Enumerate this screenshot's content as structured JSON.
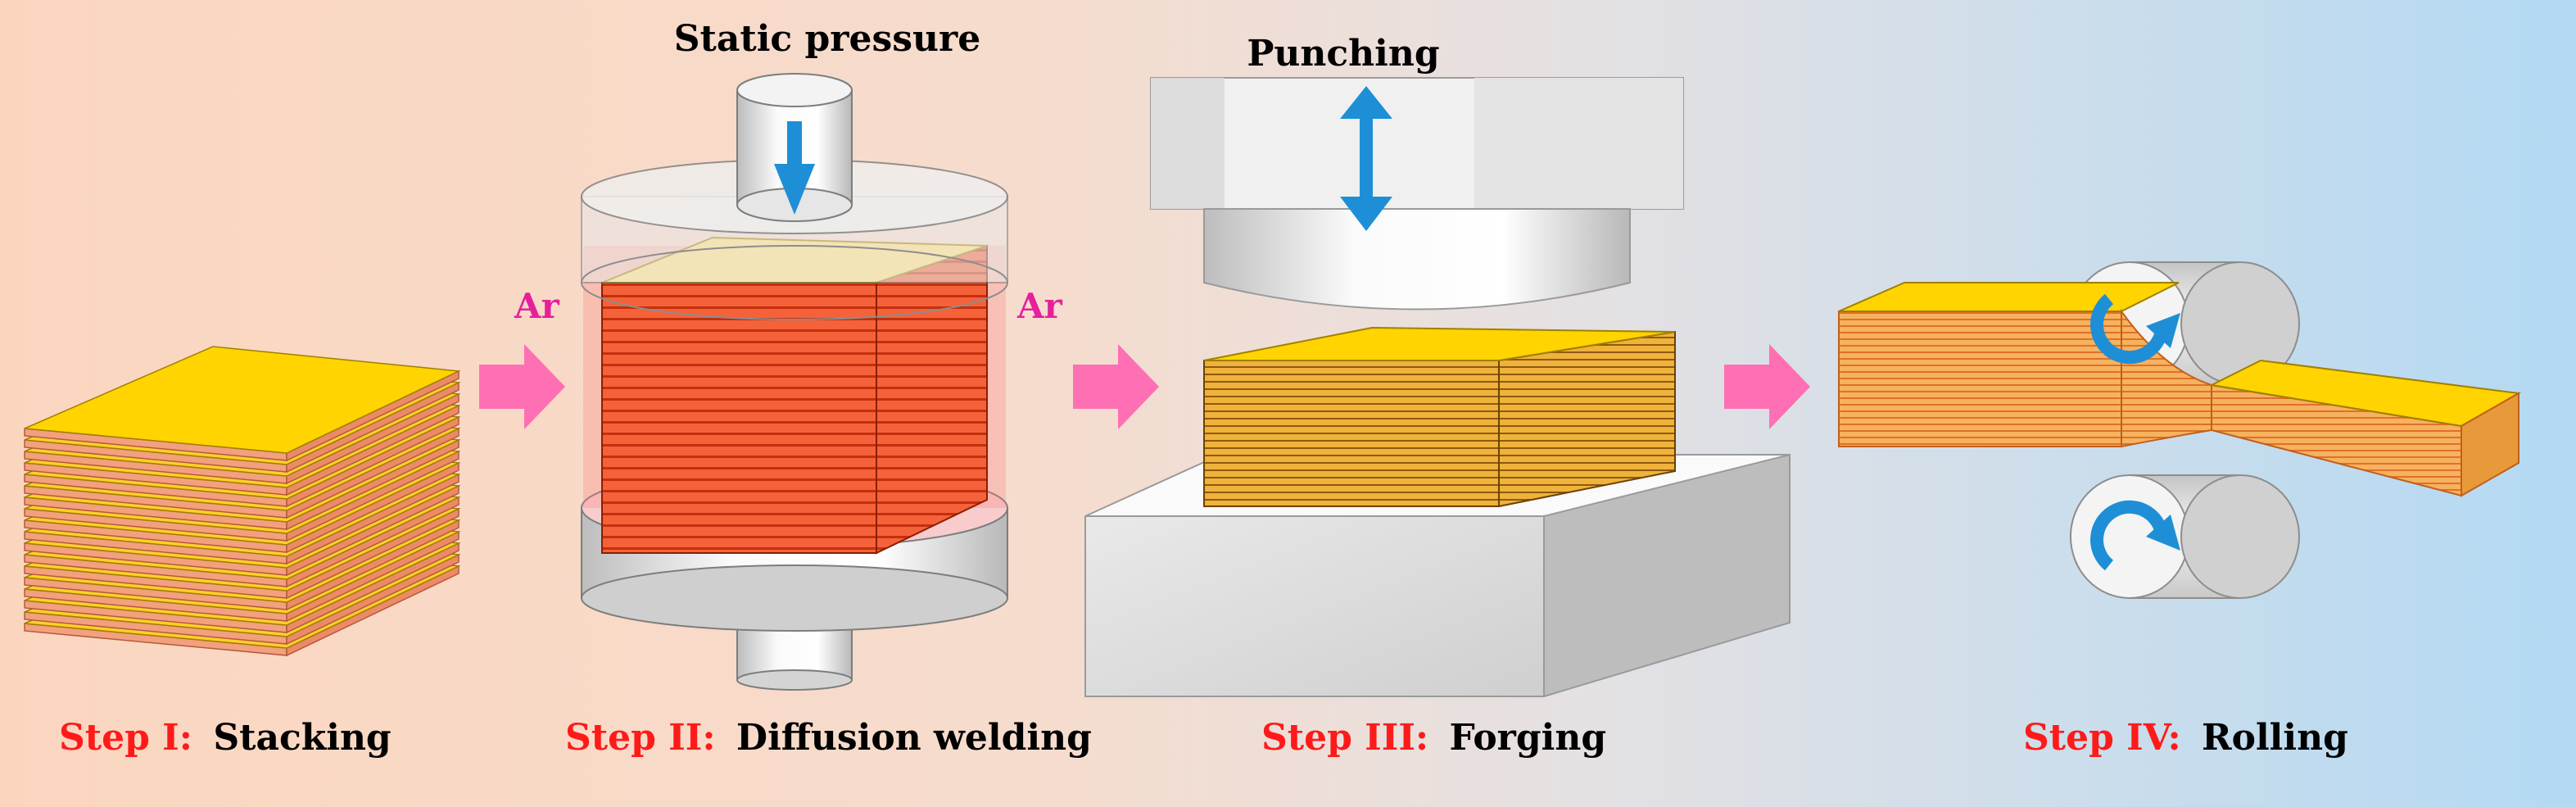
{
  "labels": {
    "static_pressure": "Static pressure",
    "punching": "Punching",
    "ar_left": "Ar",
    "ar_right": "Ar"
  },
  "steps": [
    {
      "prefix": "Step I:",
      "name": "Stacking"
    },
    {
      "prefix": "Step II:",
      "name": "Diffusion welding"
    },
    {
      "prefix": "Step III:",
      "name": "Forging"
    },
    {
      "prefix": "Step IV:",
      "name": "Rolling"
    }
  ],
  "colors": {
    "step_prefix": "#ff1a1a",
    "step_name": "#000000",
    "ar_text": "#e6209a",
    "flow_arrow": "#ff6fb4",
    "plate_top": "#ffd400",
    "plate_side": "#f5a07a",
    "welded_layer": "#f2561f",
    "forged_layer": "#e8a41c",
    "motion_arrow": "#1e8fd6",
    "background_left": "#fbd9c4",
    "background_right": "#b8dbf2"
  },
  "icons": {
    "pressure_arrow": "arrow-down-icon",
    "punch_arrow": "double-arrow-vertical-icon",
    "roller_rotation": "rotate-arrow-icon",
    "flow_arrow": "arrow-right-icon"
  }
}
